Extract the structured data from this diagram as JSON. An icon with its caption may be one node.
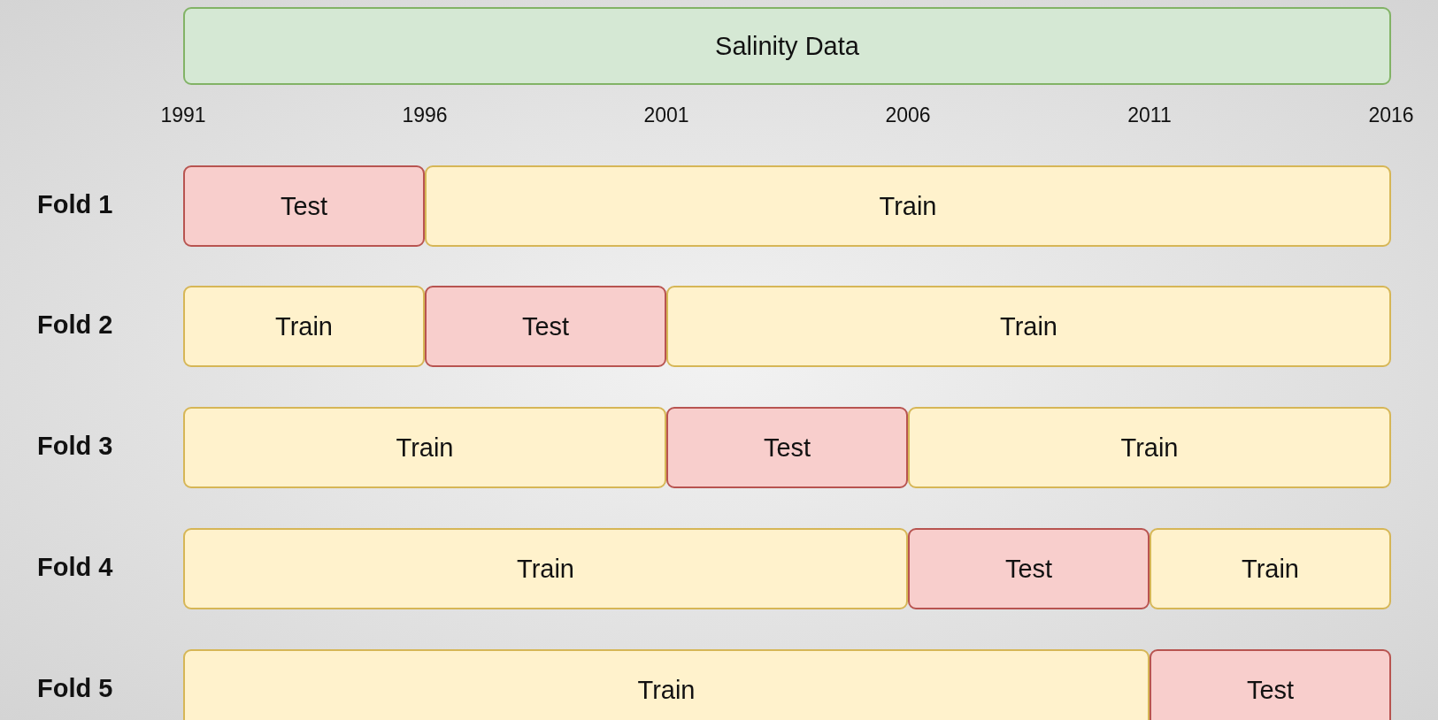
{
  "diagram": {
    "nodes": [
      {
        "text": [
          "Salinity Data"
        ]
      },
      {
        "text": [
          "Test"
        ]
      },
      {
        "text": [
          "Train"
        ]
      },
      {
        "text": [
          "Train"
        ]
      },
      {
        "text": [
          "Test"
        ]
      },
      {
        "text": [
          "Train"
        ]
      },
      {
        "text": [
          "Train"
        ]
      },
      {
        "text": [
          "Test"
        ]
      },
      {
        "text": [
          "Train"
        ]
      },
      {
        "text": [
          "Train"
        ]
      },
      {
        "text": [
          "Test"
        ]
      },
      {
        "text": [
          "Train"
        ]
      },
      {
        "text": [
          "Train"
        ]
      },
      {
        "text": [
          "Test"
        ]
      }
    ],
    "labels": [
      "1991",
      "1996",
      "2001",
      "2006",
      "2011",
      "2016",
      "Fold 1",
      "Fold 2",
      "Fold 3",
      "Fold 4",
      "Fold 5"
    ]
  }
}
